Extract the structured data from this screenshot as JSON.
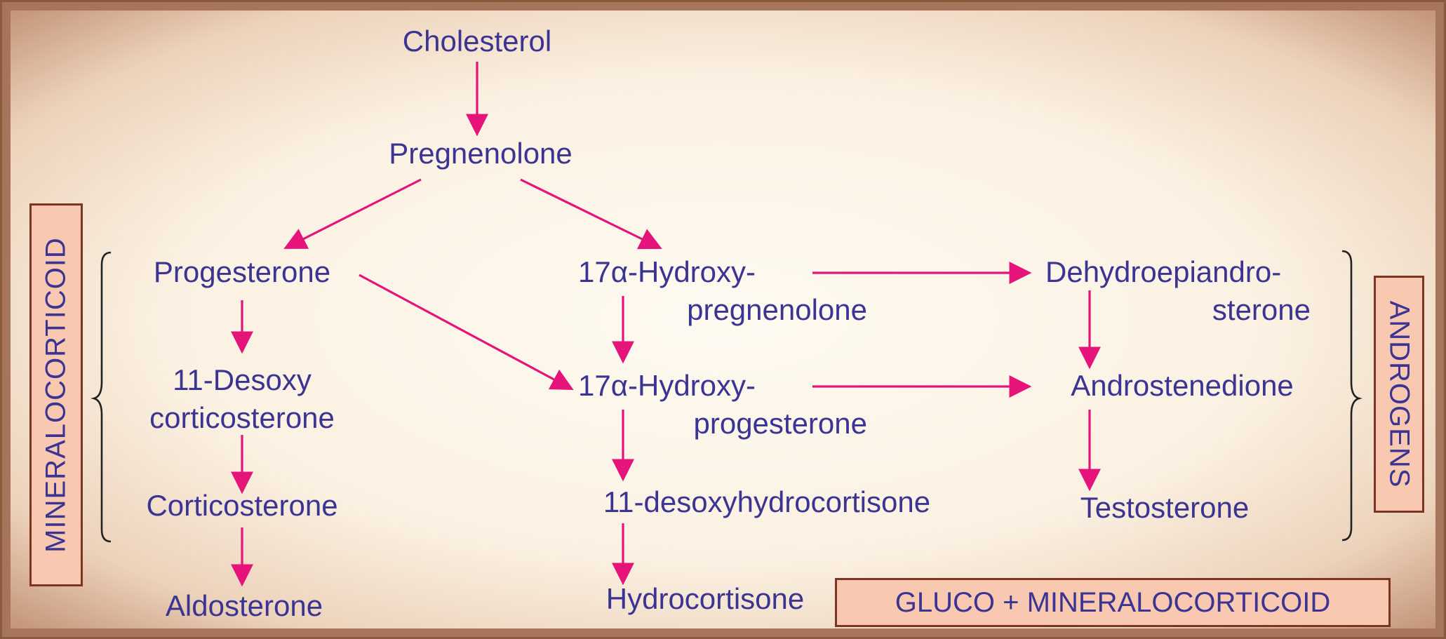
{
  "nodes": {
    "cholesterol": "Cholesterol",
    "pregnenolone": "Pregnenolone",
    "progesterone": "Progesterone",
    "hydroxy_pregnenolone_1": "17α-Hydroxy-",
    "hydroxy_pregnenolone_2": "pregnenolone",
    "dhea_1": "Dehydroepiandro-",
    "dhea_2": "sterone",
    "desoxy_cort_1": "11-Desoxy",
    "desoxy_cort_2": "corticosterone",
    "hydroxy_progesterone_1": "17α-Hydroxy-",
    "hydroxy_progesterone_2": "progesterone",
    "androstenedione": "Androstenedione",
    "corticosterone": "Corticosterone",
    "desoxyhydrocortisone": "11-desoxyhydrocortisone",
    "testosterone": "Testosterone",
    "aldosterone": "Aldosterone",
    "hydrocortisone": "Hydrocortisone"
  },
  "group_labels": {
    "mineralocorticoid": "MINERALOCORTICOID",
    "androgens": "ANDROGENS",
    "gluco_mineralocorticoid": "GLUCO + MINERALOCORTICOID"
  },
  "edges": [
    {
      "from": "Cholesterol",
      "to": "Pregnenolone"
    },
    {
      "from": "Pregnenolone",
      "to": "Progesterone"
    },
    {
      "from": "Pregnenolone",
      "to": "17α-Hydroxy-pregnenolone"
    },
    {
      "from": "Progesterone",
      "to": "11-Desoxy corticosterone"
    },
    {
      "from": "Progesterone",
      "to": "17α-Hydroxy-progesterone"
    },
    {
      "from": "17α-Hydroxy-pregnenolone",
      "to": "Dehydroepiandro-sterone"
    },
    {
      "from": "17α-Hydroxy-pregnenolone",
      "to": "17α-Hydroxy-progesterone"
    },
    {
      "from": "Dehydroepiandro-sterone",
      "to": "Androstenedione"
    },
    {
      "from": "11-Desoxy corticosterone",
      "to": "Corticosterone"
    },
    {
      "from": "17α-Hydroxy-progesterone",
      "to": "Androstenedione"
    },
    {
      "from": "17α-Hydroxy-progesterone",
      "to": "11-desoxyhydrocortisone"
    },
    {
      "from": "Androstenedione",
      "to": "Testosterone"
    },
    {
      "from": "Corticosterone",
      "to": "Aldosterone"
    },
    {
      "from": "11-desoxyhydrocortisone",
      "to": "Hydrocortisone"
    }
  ],
  "colors": {
    "text": "#3b3492",
    "arrow": "#e6137a",
    "bracket": "#222222",
    "label_border": "#7b3520",
    "label_fill": "#f8c9b0",
    "frame": "#a7755c"
  }
}
